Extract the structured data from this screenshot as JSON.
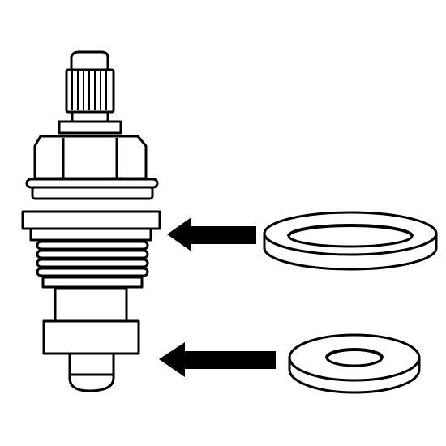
{
  "diagram": {
    "subject": "faucet-cartridge",
    "parts": [
      {
        "name": "valve-stem-cartridge"
      },
      {
        "name": "body-o-ring"
      },
      {
        "name": "bottom-washer"
      }
    ],
    "arrows": [
      {
        "from": "body-o-ring",
        "to": "valve-stem-cartridge"
      },
      {
        "from": "bottom-washer",
        "to": "valve-stem-cartridge"
      }
    ]
  },
  "colors": {
    "stroke": "#000000",
    "fill": "#ffffff",
    "arrow": "#000000"
  }
}
